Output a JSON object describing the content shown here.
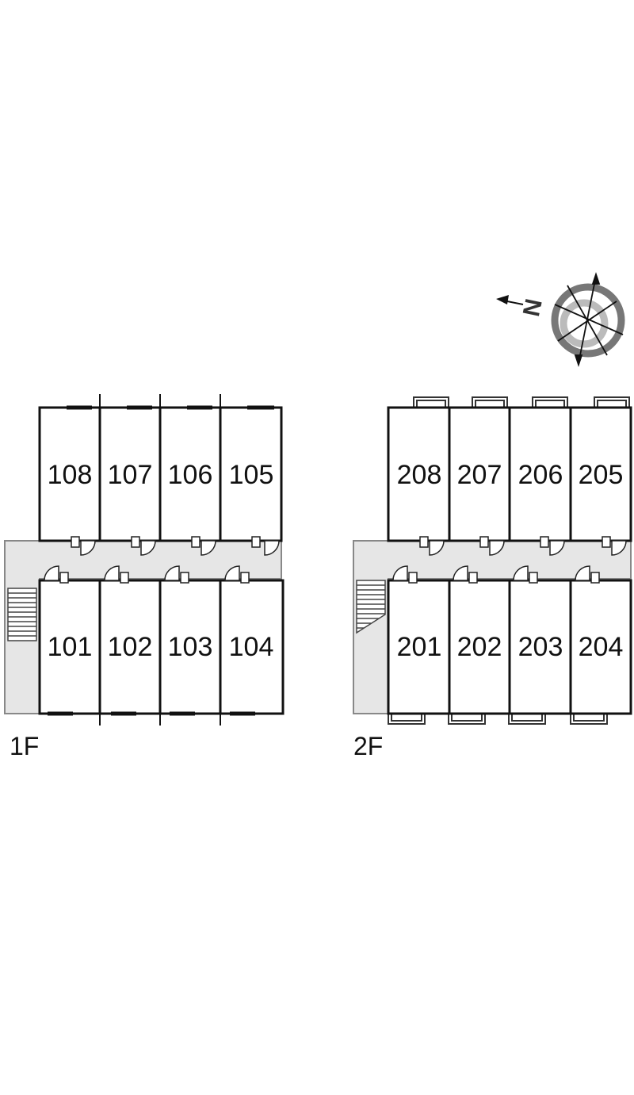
{
  "floors": [
    {
      "label": "1F",
      "rooms_top": [
        "108",
        "107",
        "106",
        "105"
      ],
      "rooms_bottom": [
        "101",
        "102",
        "103",
        "104"
      ]
    },
    {
      "label": "2F",
      "rooms_top": [
        "208",
        "207",
        "206",
        "205"
      ],
      "rooms_bottom": [
        "201",
        "202",
        "203",
        "204"
      ]
    }
  ],
  "compass": {
    "north_label": "N",
    "ring_colors": [
      "#777777",
      "#bbbbbb"
    ]
  },
  "colors": {
    "wall": "#111111",
    "corridor": "#e6e6e6",
    "corridor_edge": "#888888"
  }
}
